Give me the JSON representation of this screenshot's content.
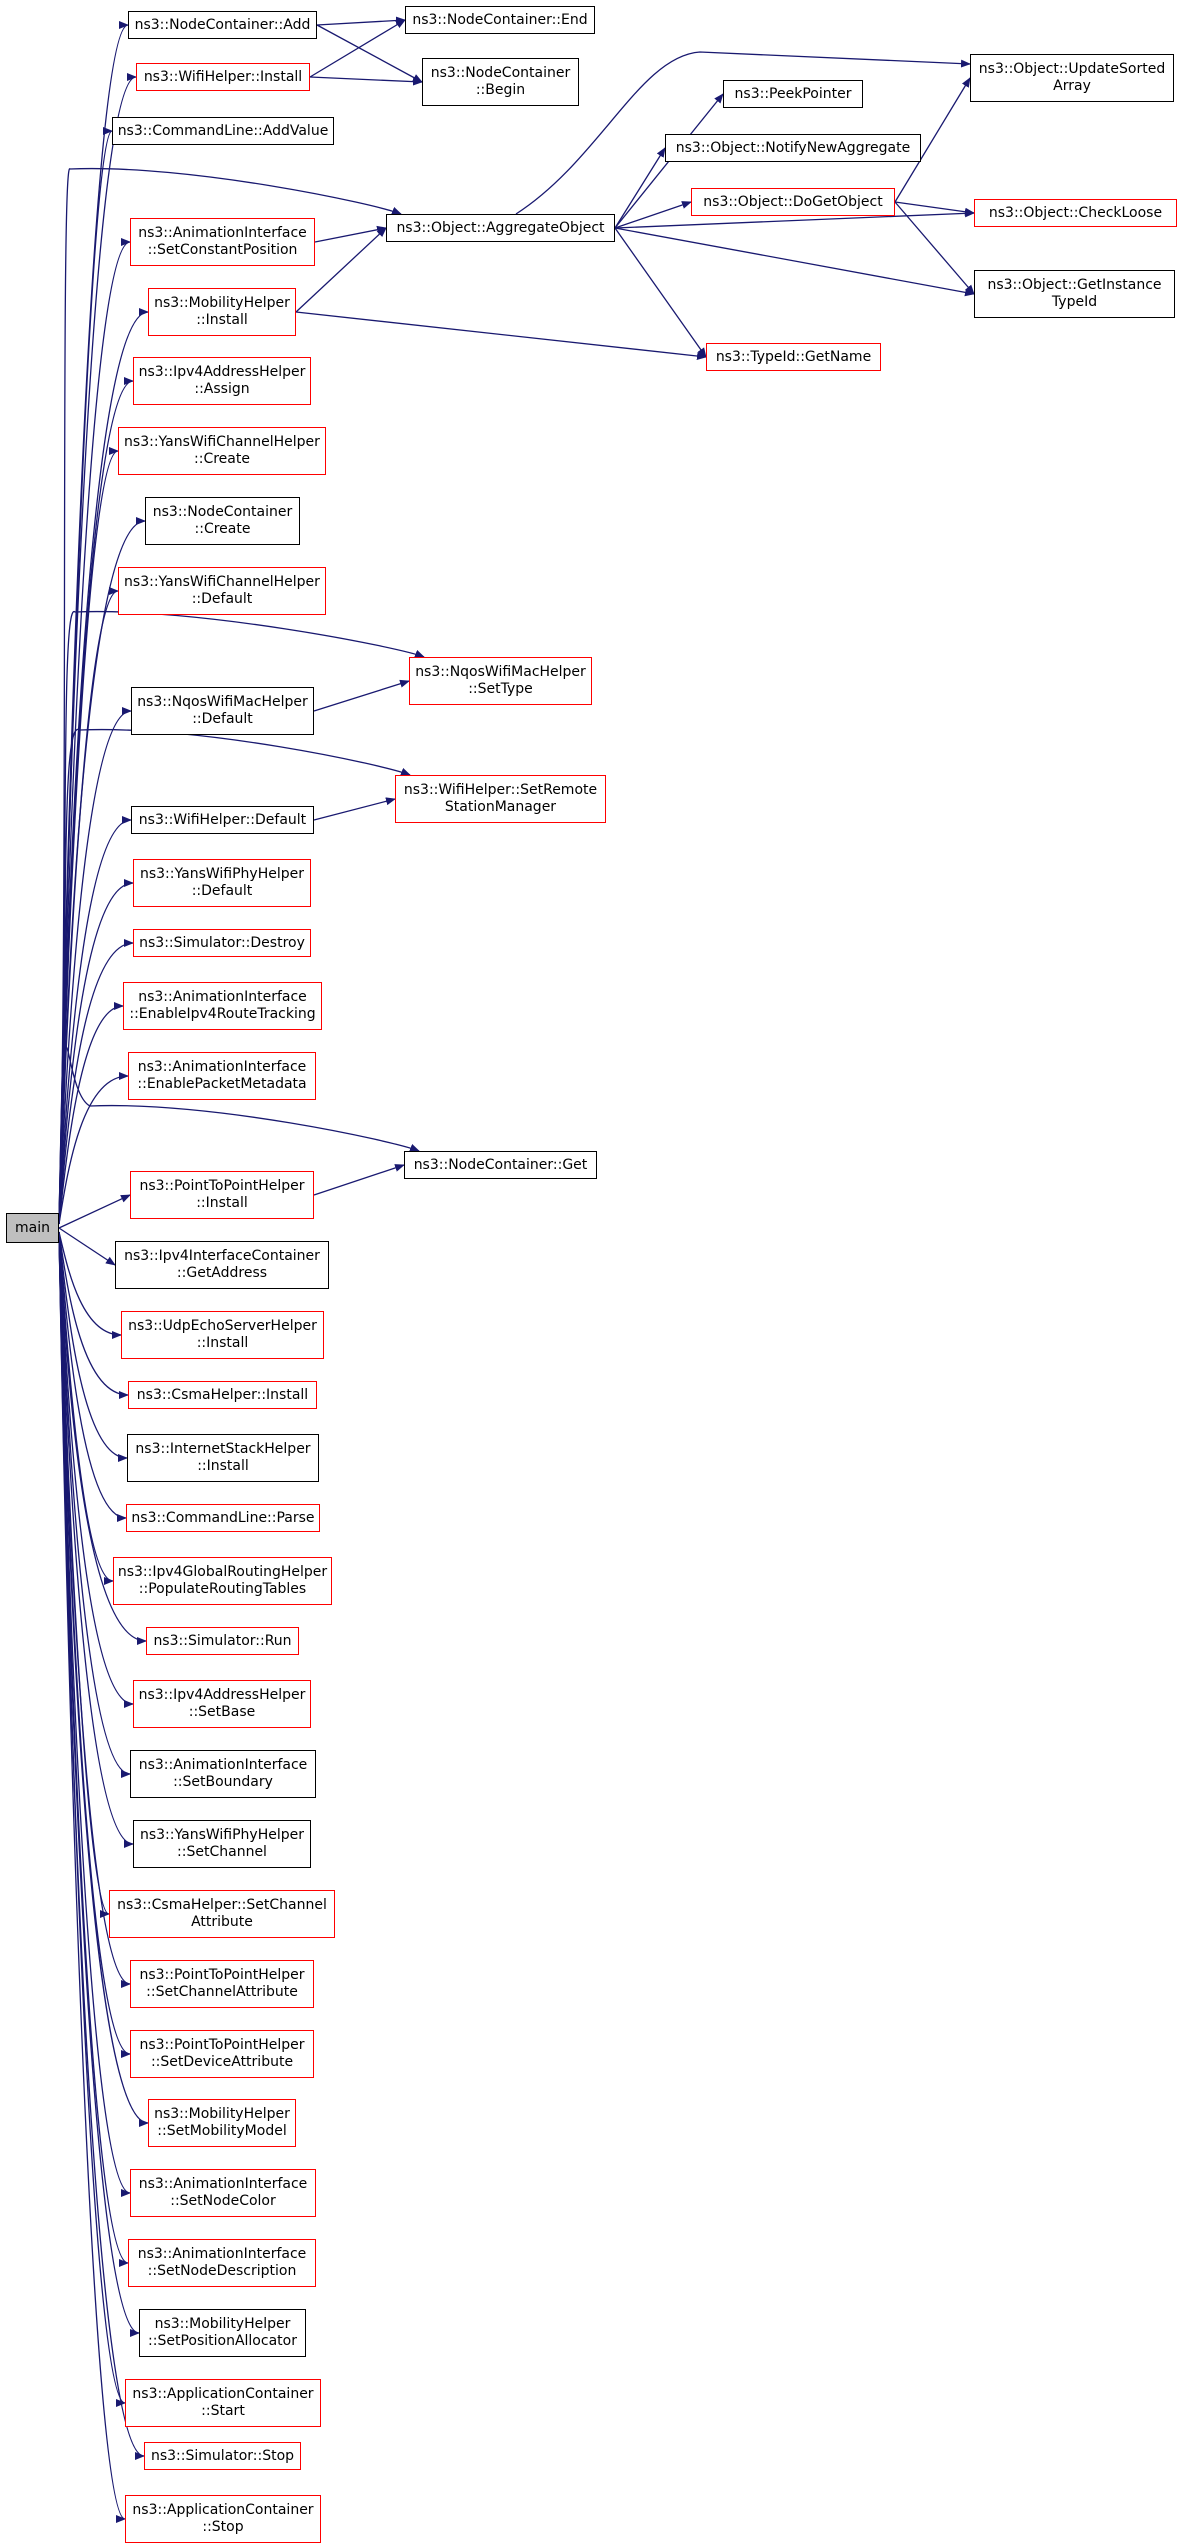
{
  "colors": {
    "edge": "#191970",
    "border_documented": "#000000",
    "border_undocumented": "#ff0000",
    "root_fill": "#bfbfbf",
    "root_border": "#000000"
  },
  "nodes": [
    {
      "id": "main",
      "lines": [
        "main"
      ],
      "kind": "root"
    },
    {
      "id": "nc_add",
      "lines": [
        "ns3::NodeContainer::Add"
      ],
      "kind": "documented"
    },
    {
      "id": "wifi_install",
      "lines": [
        "ns3::WifiHelper::Install"
      ],
      "kind": "undocumented"
    },
    {
      "id": "cl_addvalue",
      "lines": [
        "ns3::CommandLine::AddValue"
      ],
      "kind": "documented"
    },
    {
      "id": "anim_setconstpos",
      "lines": [
        "ns3::AnimationInterface",
        "::SetConstantPosition"
      ],
      "kind": "undocumented"
    },
    {
      "id": "mob_install",
      "lines": [
        "ns3::MobilityHelper",
        "::Install"
      ],
      "kind": "undocumented"
    },
    {
      "id": "ipv4addr_assign",
      "lines": [
        "ns3::Ipv4AddressHelper",
        "::Assign"
      ],
      "kind": "undocumented"
    },
    {
      "id": "yanschan_create",
      "lines": [
        "ns3::YansWifiChannelHelper",
        "::Create"
      ],
      "kind": "undocumented"
    },
    {
      "id": "nc_create",
      "lines": [
        "ns3::NodeContainer",
        "::Create"
      ],
      "kind": "documented"
    },
    {
      "id": "yanschan_default",
      "lines": [
        "ns3::YansWifiChannelHelper",
        "::Default"
      ],
      "kind": "undocumented"
    },
    {
      "id": "nqos_default",
      "lines": [
        "ns3::NqosWifiMacHelper",
        "::Default"
      ],
      "kind": "documented"
    },
    {
      "id": "wifi_default",
      "lines": [
        "ns3::WifiHelper::Default"
      ],
      "kind": "documented"
    },
    {
      "id": "yansphy_default",
      "lines": [
        "ns3::YansWifiPhyHelper",
        "::Default"
      ],
      "kind": "undocumented"
    },
    {
      "id": "sim_destroy",
      "lines": [
        "ns3::Simulator::Destroy"
      ],
      "kind": "undocumented"
    },
    {
      "id": "anim_enableipv4",
      "lines": [
        "ns3::AnimationInterface",
        "::EnableIpv4RouteTracking"
      ],
      "kind": "undocumented"
    },
    {
      "id": "anim_enablepkt",
      "lines": [
        "ns3::AnimationInterface",
        "::EnablePacketMetadata"
      ],
      "kind": "undocumented"
    },
    {
      "id": "p2p_install",
      "lines": [
        "ns3::PointToPointHelper",
        "::Install"
      ],
      "kind": "undocumented"
    },
    {
      "id": "ipv4ic_getaddr",
      "lines": [
        "ns3::Ipv4InterfaceContainer",
        "::GetAddress"
      ],
      "kind": "documented"
    },
    {
      "id": "udpserver_install",
      "lines": [
        "ns3::UdpEchoServerHelper",
        "::Install"
      ],
      "kind": "undocumented"
    },
    {
      "id": "csma_install",
      "lines": [
        "ns3::CsmaHelper::Install"
      ],
      "kind": "undocumented"
    },
    {
      "id": "inet_install",
      "lines": [
        "ns3::InternetStackHelper",
        "::Install"
      ],
      "kind": "documented"
    },
    {
      "id": "cl_parse",
      "lines": [
        "ns3::CommandLine::Parse"
      ],
      "kind": "undocumented"
    },
    {
      "id": "ipv4gr_populate",
      "lines": [
        "ns3::Ipv4GlobalRoutingHelper",
        "::PopulateRoutingTables"
      ],
      "kind": "undocumented"
    },
    {
      "id": "sim_run",
      "lines": [
        "ns3::Simulator::Run"
      ],
      "kind": "undocumented"
    },
    {
      "id": "ipv4addr_setbase",
      "lines": [
        "ns3::Ipv4AddressHelper",
        "::SetBase"
      ],
      "kind": "undocumented"
    },
    {
      "id": "anim_setboundary",
      "lines": [
        "ns3::AnimationInterface",
        "::SetBoundary"
      ],
      "kind": "documented"
    },
    {
      "id": "yansphy_setchannel",
      "lines": [
        "ns3::YansWifiPhyHelper",
        "::SetChannel"
      ],
      "kind": "documented"
    },
    {
      "id": "csma_setchanattr",
      "lines": [
        "ns3::CsmaHelper::SetChannel",
        "Attribute"
      ],
      "kind": "undocumented"
    },
    {
      "id": "p2p_setchanattr",
      "lines": [
        "ns3::PointToPointHelper",
        "::SetChannelAttribute"
      ],
      "kind": "undocumented"
    },
    {
      "id": "p2p_setdevattr",
      "lines": [
        "ns3::PointToPointHelper",
        "::SetDeviceAttribute"
      ],
      "kind": "undocumented"
    },
    {
      "id": "mob_setmodel",
      "lines": [
        "ns3::MobilityHelper",
        "::SetMobilityModel"
      ],
      "kind": "undocumented"
    },
    {
      "id": "anim_setnodecolor",
      "lines": [
        "ns3::AnimationInterface",
        "::SetNodeColor"
      ],
      "kind": "undocumented"
    },
    {
      "id": "anim_setnodedesc",
      "lines": [
        "ns3::AnimationInterface",
        "::SetNodeDescription"
      ],
      "kind": "undocumented"
    },
    {
      "id": "mob_setposalloc",
      "lines": [
        "ns3::MobilityHelper",
        "::SetPositionAllocator"
      ],
      "kind": "documented"
    },
    {
      "id": "app_start",
      "lines": [
        "ns3::ApplicationContainer",
        "::Start"
      ],
      "kind": "undocumented"
    },
    {
      "id": "sim_stop",
      "lines": [
        "ns3::Simulator::Stop"
      ],
      "kind": "undocumented"
    },
    {
      "id": "app_stop",
      "lines": [
        "ns3::ApplicationContainer",
        "::Stop"
      ],
      "kind": "undocumented"
    },
    {
      "id": "nc_end",
      "lines": [
        "ns3::NodeContainer::End"
      ],
      "kind": "documented"
    },
    {
      "id": "nc_begin",
      "lines": [
        "ns3::NodeContainer",
        "::Begin"
      ],
      "kind": "documented"
    },
    {
      "id": "obj_aggregate",
      "lines": [
        "ns3::Object::AggregateObject"
      ],
      "kind": "documented"
    },
    {
      "id": "nqos_settype",
      "lines": [
        "ns3::NqosWifiMacHelper",
        "::SetType"
      ],
      "kind": "undocumented"
    },
    {
      "id": "wifi_setremote",
      "lines": [
        "ns3::WifiHelper::SetRemote",
        "StationManager"
      ],
      "kind": "undocumented"
    },
    {
      "id": "nc_get",
      "lines": [
        "ns3::NodeContainer::Get"
      ],
      "kind": "documented"
    },
    {
      "id": "peekpointer",
      "lines": [
        "ns3::PeekPointer"
      ],
      "kind": "documented"
    },
    {
      "id": "obj_notify",
      "lines": [
        "ns3::Object::NotifyNewAggregate"
      ],
      "kind": "documented"
    },
    {
      "id": "obj_dogetobject",
      "lines": [
        "ns3::Object::DoGetObject"
      ],
      "kind": "undocumented"
    },
    {
      "id": "typeid_getname",
      "lines": [
        "ns3::TypeId::GetName"
      ],
      "kind": "undocumented"
    },
    {
      "id": "obj_updatesorted",
      "lines": [
        "ns3::Object::UpdateSorted",
        "Array"
      ],
      "kind": "documented"
    },
    {
      "id": "obj_checkloose",
      "lines": [
        "ns3::Object::CheckLoose"
      ],
      "kind": "undocumented"
    },
    {
      "id": "obj_getinstance",
      "lines": [
        "ns3::Object::GetInstance",
        "TypeId"
      ],
      "kind": "documented"
    }
  ]
}
